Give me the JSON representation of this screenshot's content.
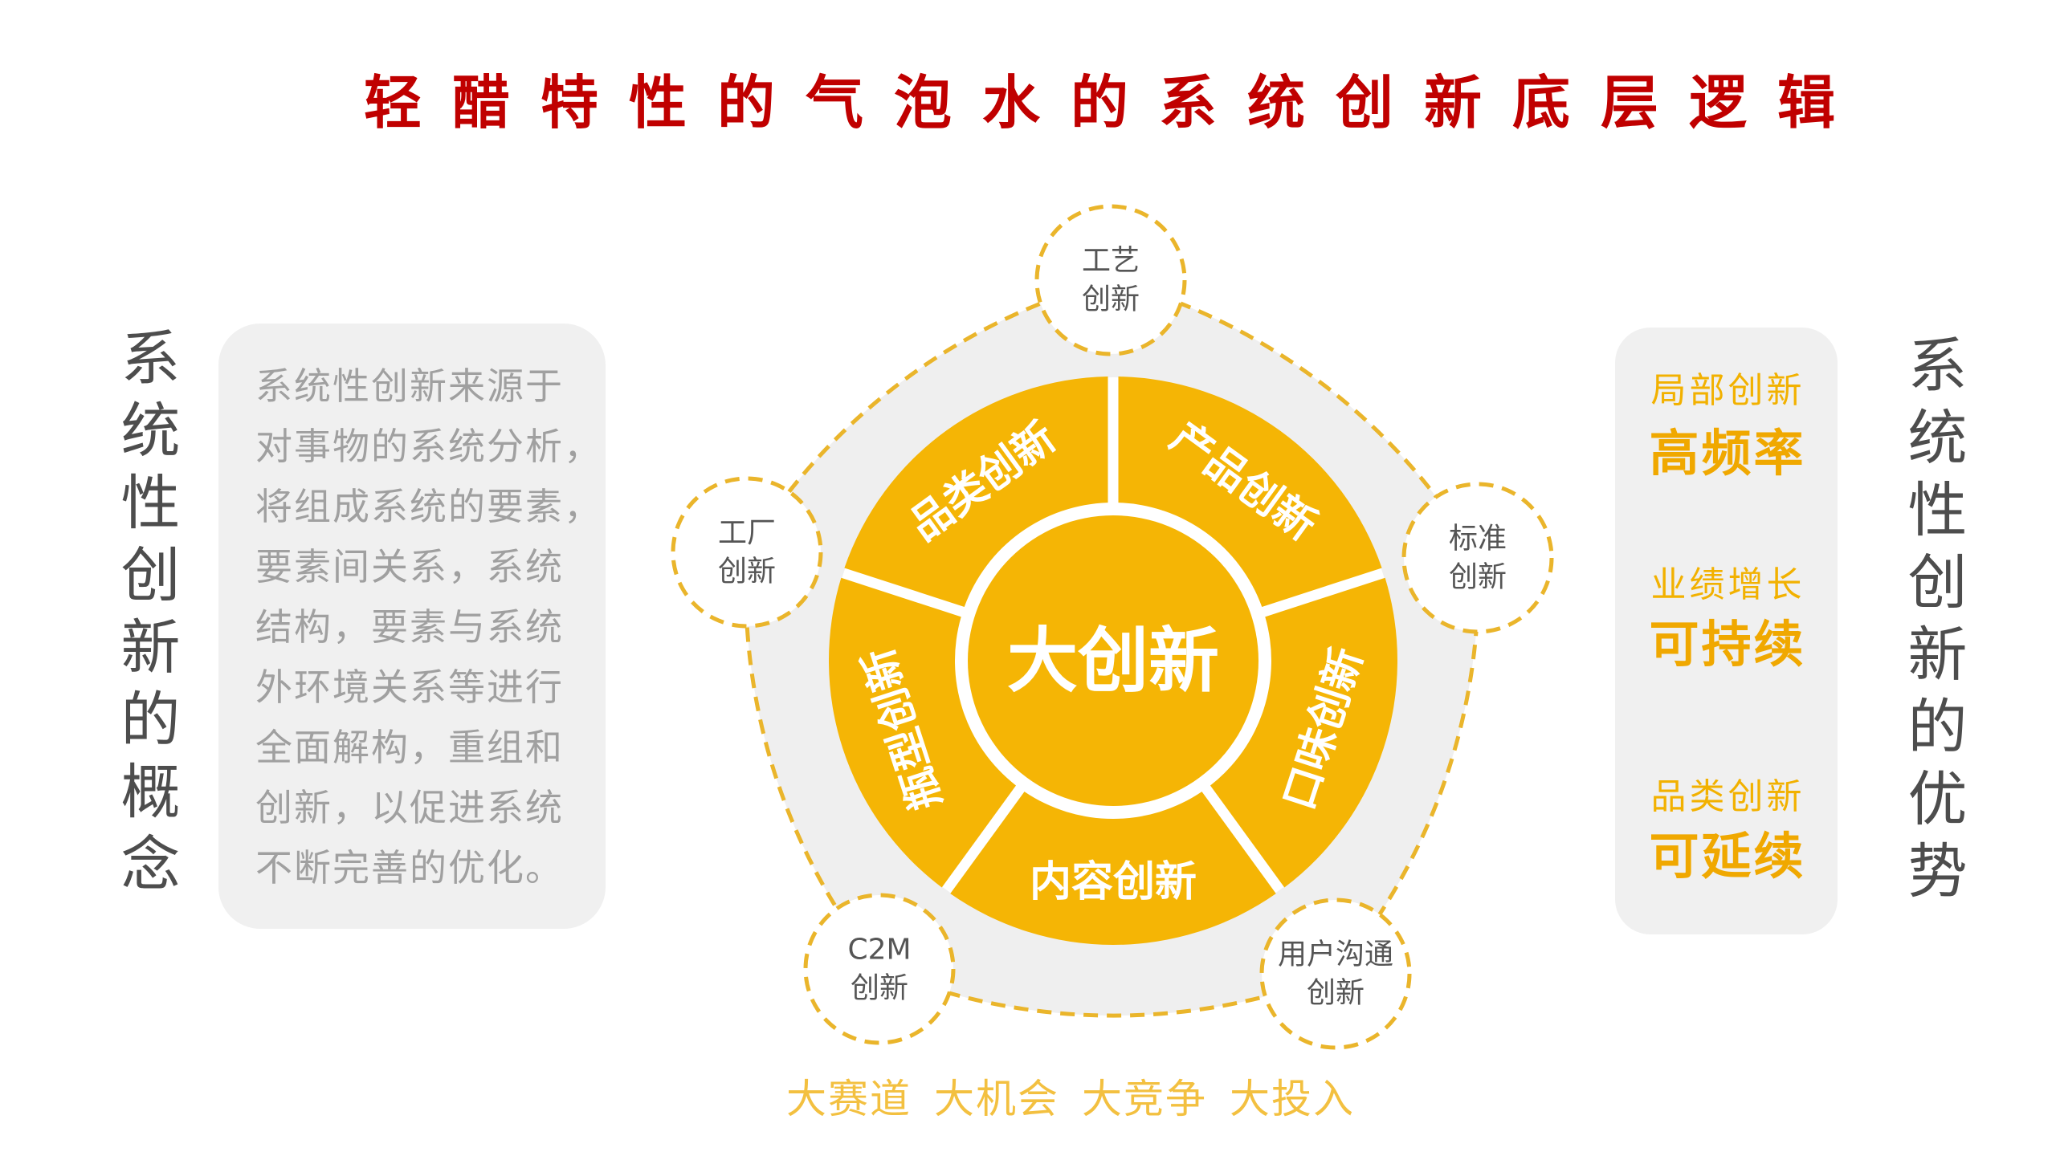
{
  "title": "轻醋特性的气泡水的系统创新底层逻辑",
  "left_panel": {
    "heading": "系统性创新的概念",
    "lines": [
      "系统性创新来源于",
      "对事物的系统分析，",
      "将组成系统的要素，",
      "要素间关系，系统",
      "结构，要素与系统",
      "外环境关系等进行",
      "全面解构，重组和",
      "创新，以促进系统",
      "不断完善的优化。"
    ]
  },
  "diagram": {
    "center": "大创新",
    "segments": [
      "产品创新",
      "口味创新",
      "内容创新",
      "瓶型创新",
      "品类创新"
    ],
    "nodes": [
      {
        "line1": "工艺",
        "line2": "创新"
      },
      {
        "line1": "标准",
        "line2": "创新"
      },
      {
        "line1": "用户沟通",
        "line2": "创新"
      },
      {
        "line1": "C2M",
        "line2": "创新"
      },
      {
        "line1": "工厂",
        "line2": "创新"
      }
    ],
    "footer": [
      "大赛道",
      "大机会",
      "大竞争",
      "大投入"
    ]
  },
  "right_panel": {
    "heading": "系统性创新的优势",
    "items": [
      {
        "label": "局部创新",
        "value": "高频率"
      },
      {
        "label": "业绩增长",
        "value": "可持续"
      },
      {
        "label": "品类创新",
        "value": "可延续"
      }
    ]
  },
  "colors": {
    "title": "#c00000",
    "accent": "#f5b505",
    "accent_soft": "#f3c040",
    "panel": "#f0f0f0",
    "dash": "#eab52b"
  }
}
